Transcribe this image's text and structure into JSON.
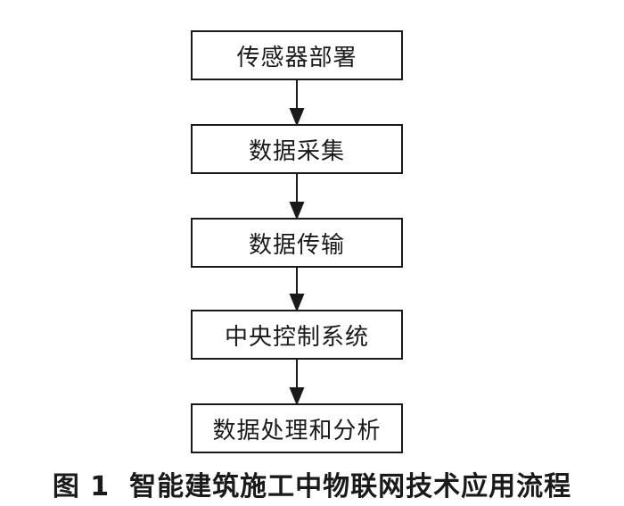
{
  "steps": [
    {
      "label": "传感器部署"
    },
    {
      "label": "数据采集"
    },
    {
      "label": "数据传输"
    },
    {
      "label": "中央控制系统"
    },
    {
      "label": "数据处理和分析"
    }
  ],
  "caption": {
    "figure_label": "图 1",
    "title": "智能建筑施工中物联网技术应用流程"
  },
  "colors": {
    "line": "#1a1a1a",
    "background": "#ffffff"
  }
}
